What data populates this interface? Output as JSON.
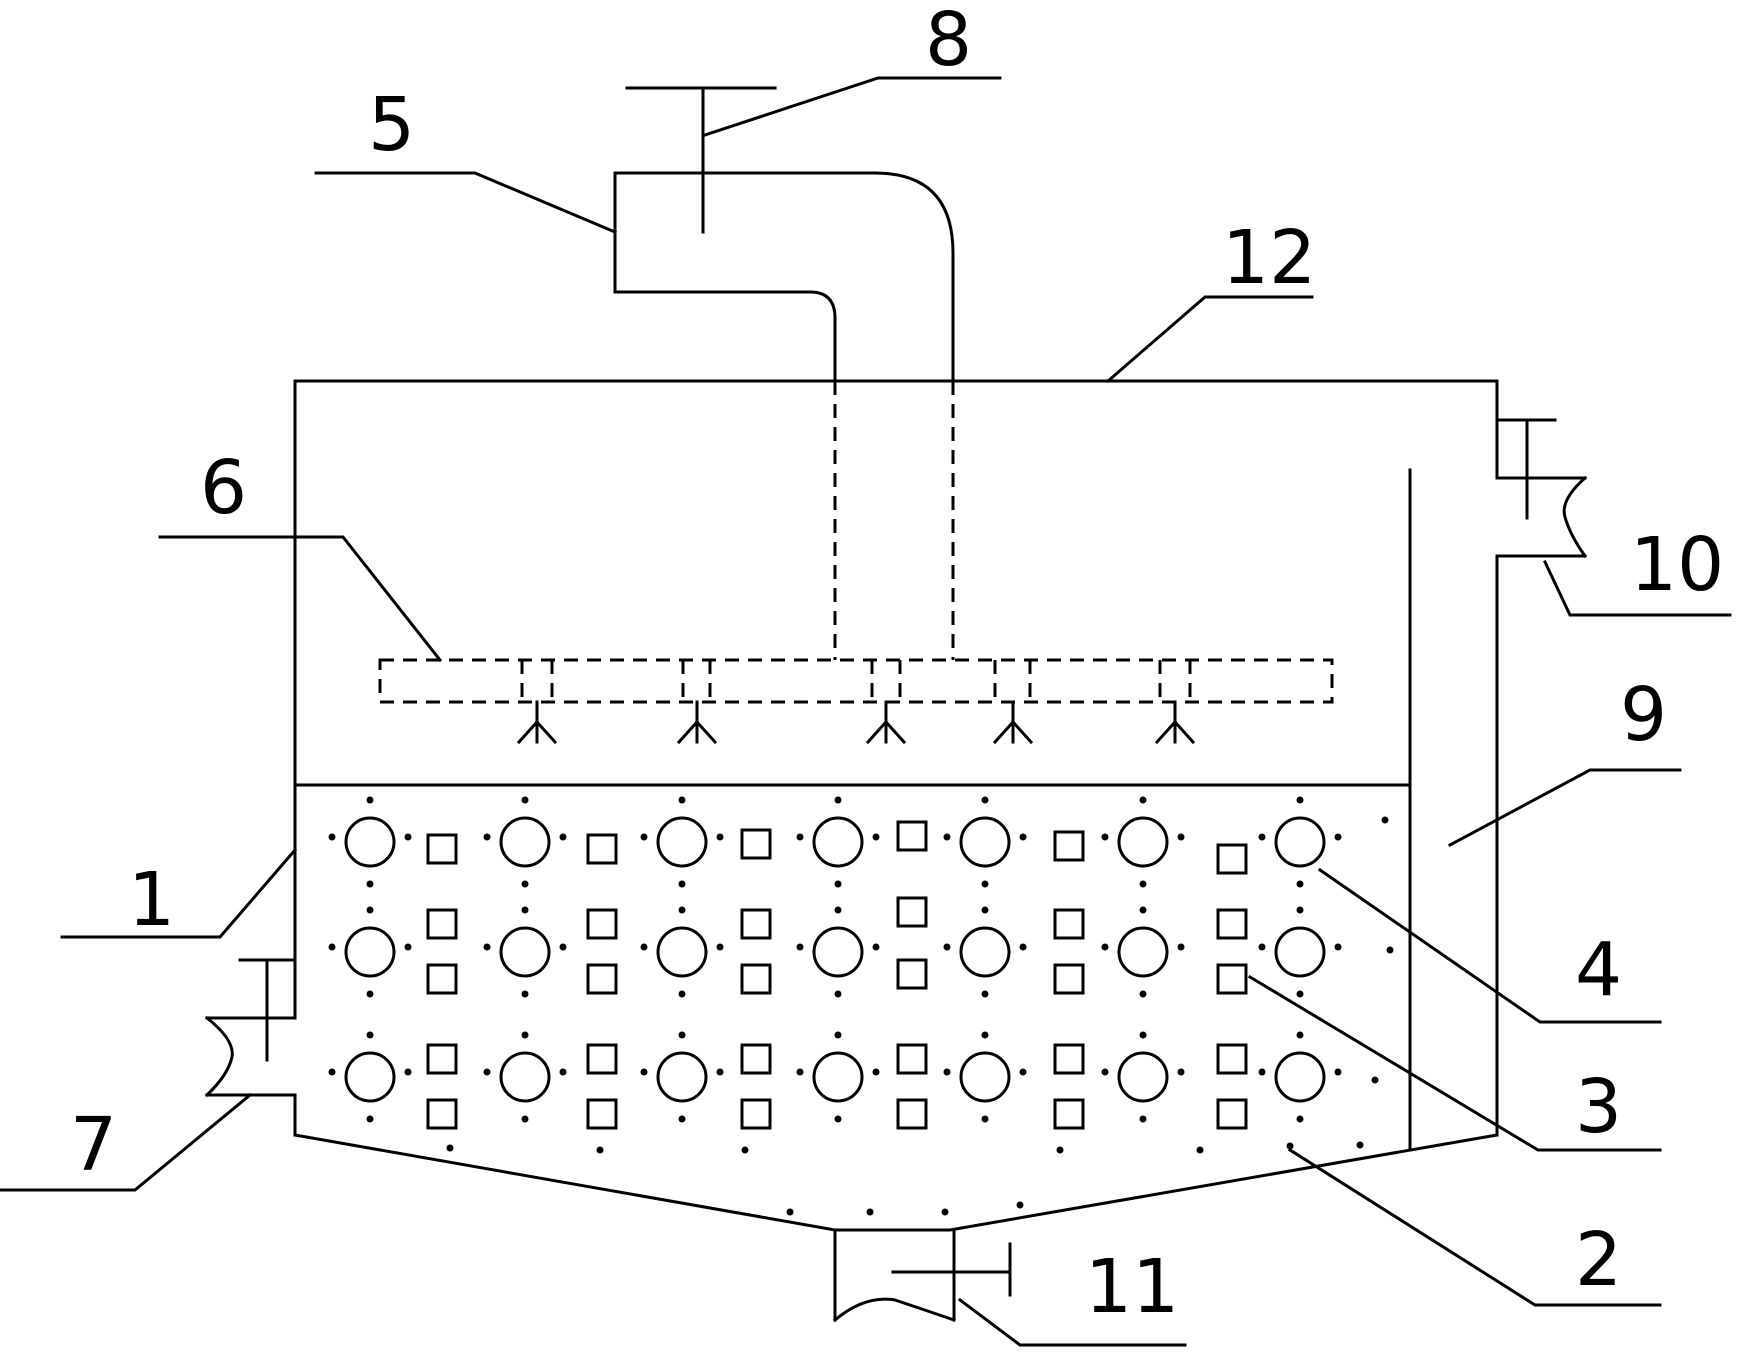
{
  "diagram": {
    "labels": {
      "l1": "1",
      "l2": "2",
      "l3": "3",
      "l4": "4",
      "l5": "5",
      "l6": "6",
      "l7": "7",
      "l8": "8",
      "l9": "9",
      "l10": "10",
      "l11": "11",
      "l12": "12"
    },
    "colors": {
      "line": "#000000",
      "background": "#ffffff"
    },
    "filler_bed": {
      "rows": 3,
      "columns": 7,
      "media_shapes": [
        "circle",
        "square"
      ]
    }
  }
}
